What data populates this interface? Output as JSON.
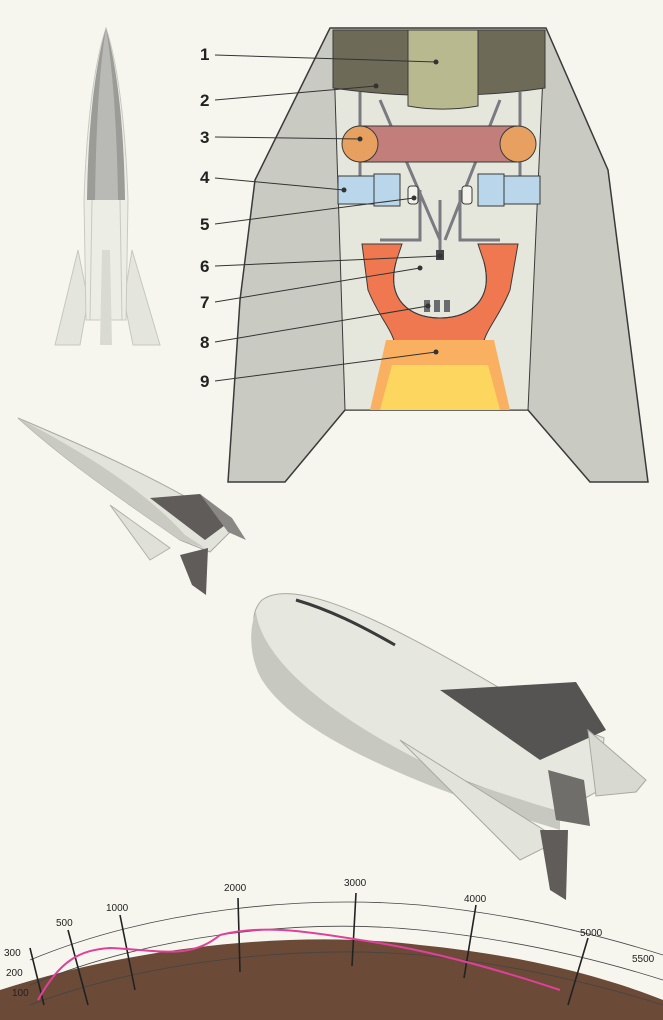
{
  "diagram": {
    "callouts": [
      {
        "label": "1"
      },
      {
        "label": "2"
      },
      {
        "label": "3"
      },
      {
        "label": "4"
      },
      {
        "label": "5"
      },
      {
        "label": "6"
      },
      {
        "label": "7"
      },
      {
        "label": "8"
      },
      {
        "label": "9"
      }
    ],
    "trajectory": {
      "distance_ticks": [
        "500",
        "1000",
        "2000",
        "3000",
        "4000",
        "5000",
        "5500"
      ],
      "altitude_ticks": [
        "300",
        "200",
        "100"
      ]
    },
    "colors": {
      "fuel_tank_dark": "#6e6a58",
      "fuel_tank_light": "#b9b990",
      "hydrogen_peroxide_tank": "#e8a060",
      "pumps": "#b9d6ea",
      "combustion_chamber": "#f07850",
      "exhaust": "#f9c060",
      "trajectory_line": "#e0409a",
      "earth": "#6b4a38"
    }
  }
}
